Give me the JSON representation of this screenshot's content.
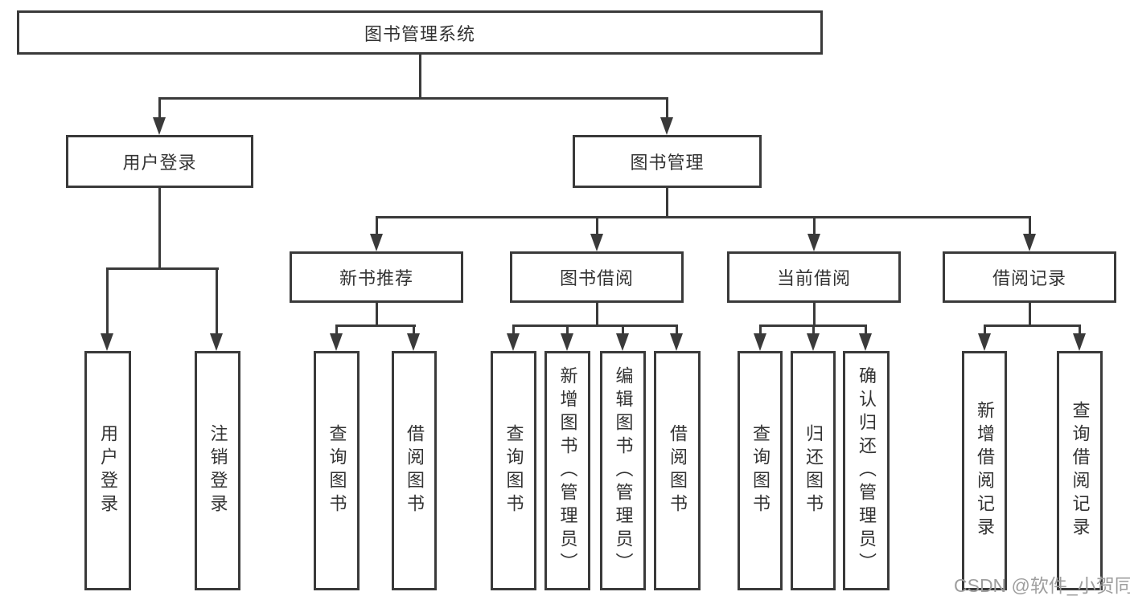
{
  "title": "图书管理系统",
  "tree": {
    "root": {
      "label": "图书管理系统"
    },
    "branches": [
      {
        "label": "用户登录",
        "children": [
          {
            "label": "用户登录"
          },
          {
            "label": "注销登录"
          }
        ]
      },
      {
        "label": "图书管理",
        "children": [
          {
            "label": "新书推荐",
            "children": [
              {
                "label": "查询图书"
              },
              {
                "label": "借阅图书"
              }
            ]
          },
          {
            "label": "图书借阅",
            "children": [
              {
                "label": "查询图书"
              },
              {
                "label": "新增图书（管理员）"
              },
              {
                "label": "编辑图书（管理员）"
              },
              {
                "label": "借阅图书"
              }
            ]
          },
          {
            "label": "当前借阅",
            "children": [
              {
                "label": "查询图书"
              },
              {
                "label": "归还图书"
              },
              {
                "label": "确认归还（管理员）"
              }
            ]
          },
          {
            "label": "借阅记录",
            "children": [
              {
                "label": "新增借阅记录"
              },
              {
                "label": "查询借阅记录"
              }
            ]
          }
        ]
      }
    ]
  },
  "watermark": "CSDN @软件_小贺同学",
  "colors": {
    "line": "#3a3a3a",
    "text": "#333333",
    "watermark": "#9e9e9e",
    "background": "#ffffff"
  }
}
